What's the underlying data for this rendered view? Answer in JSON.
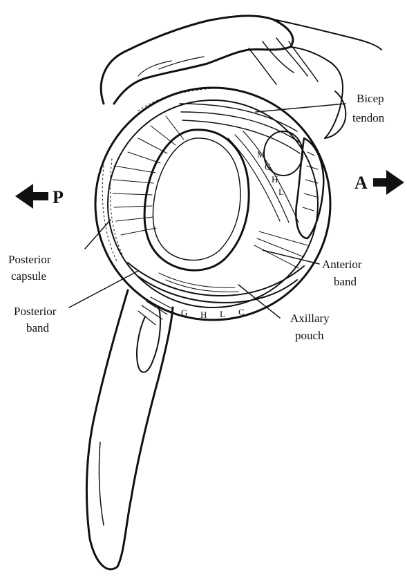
{
  "diagram": {
    "directions": {
      "posterior": "P",
      "anterior": "A"
    },
    "labels": {
      "bicep_line1": "Bicep",
      "bicep_line2": "tendon",
      "posterior_capsule_line1": "Posterior",
      "posterior_capsule_line2": "capsule",
      "posterior_band_line1": "Posterior",
      "posterior_band_line2": "band",
      "anterior_band_line1": "Anterior",
      "anterior_band_line2": "band",
      "axillary_pouch_line1": "Axillary",
      "axillary_pouch_line2": "pouch"
    },
    "inline_letters": {
      "mghl": [
        "M",
        "G",
        "H",
        "L"
      ],
      "ighlc": [
        "G",
        "H",
        "L",
        "C"
      ]
    },
    "colors": {
      "ink": "#111111",
      "background": "#ffffff"
    }
  }
}
